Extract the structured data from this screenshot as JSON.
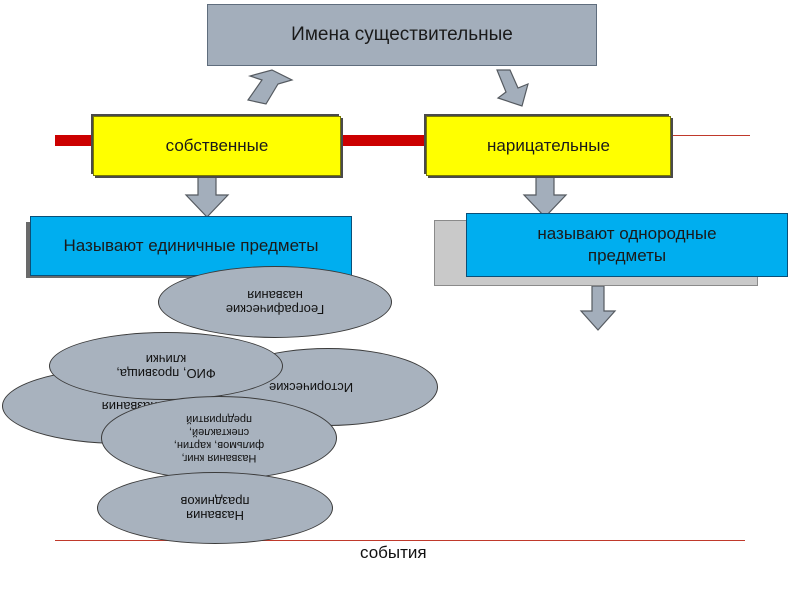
{
  "title": "Имена существительные",
  "proper": {
    "label": "собственные",
    "description": "Называют единичные предметы"
  },
  "common": {
    "label": "нарицательные",
    "description": "называют однородные предметы"
  },
  "ellipses": {
    "geographic": "Географические названия",
    "fio": "ФИО, прозвища, клички",
    "historical": "Исторические",
    "astronomical": "ические названия",
    "titles": "Названия книг, фильмов, картин, спектаклей, предприятий",
    "holidays": "Названия праздников"
  },
  "bottom_label": "события",
  "colors": {
    "title_fill": "#a3aebb",
    "yellow": "#ffff00",
    "blue": "#00aeef",
    "red": "#cc0000",
    "ellipse_fill": "#a8b2be",
    "arrow_fill": "#a3aebb"
  }
}
